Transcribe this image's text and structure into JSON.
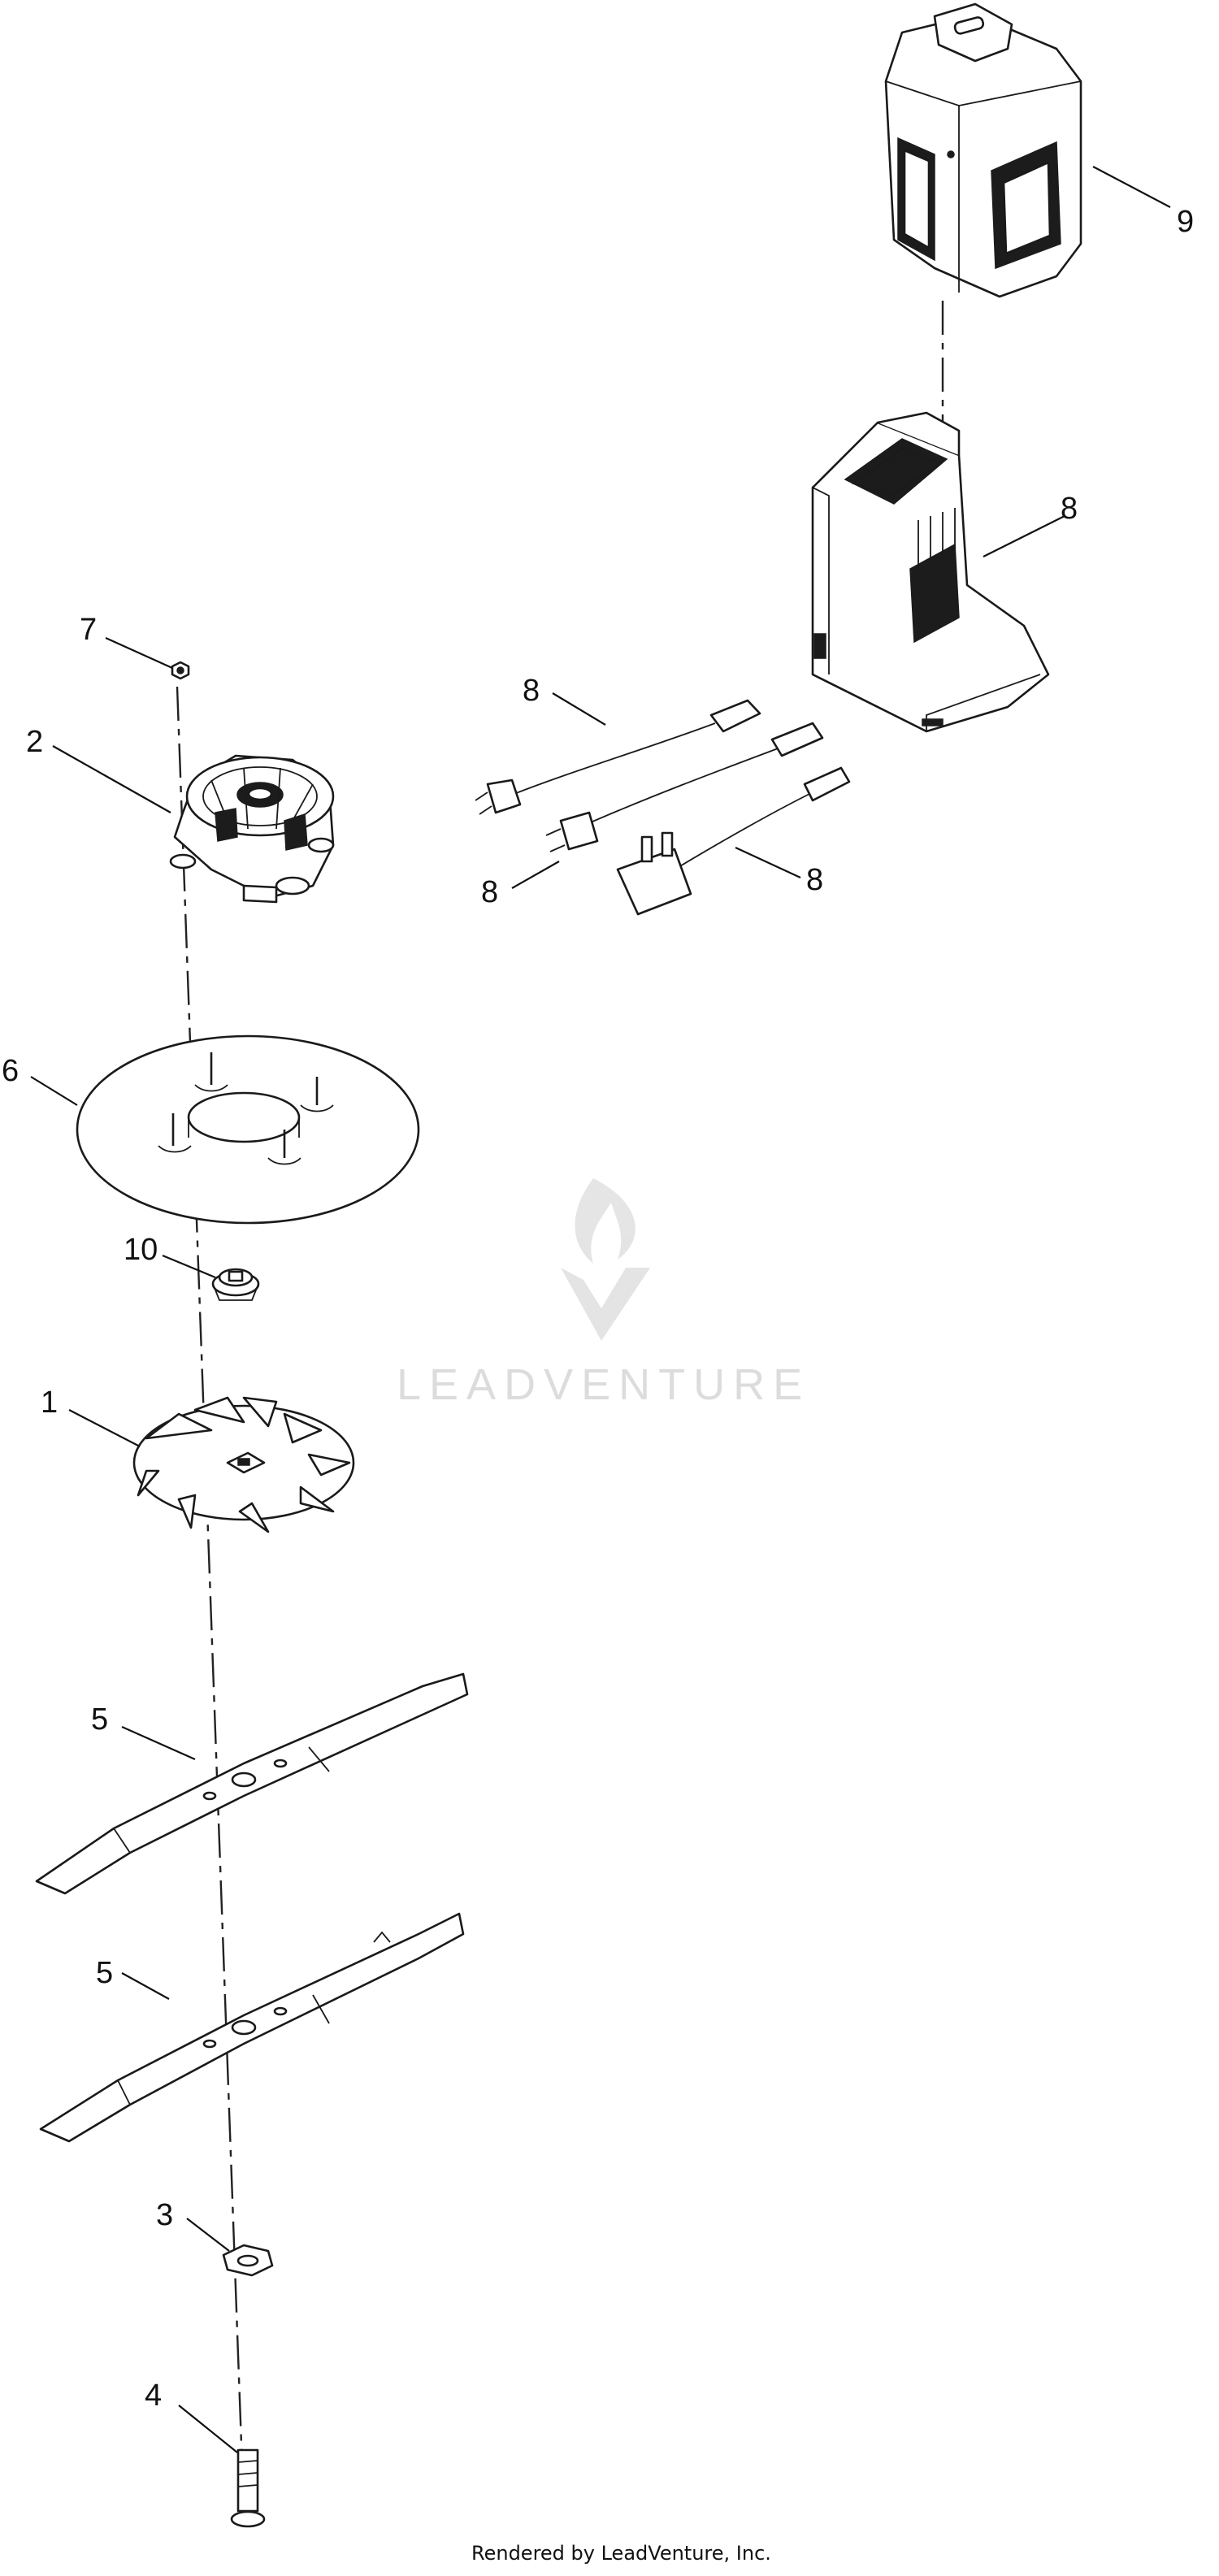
{
  "footer": "Rendered by LeadVenture, Inc.",
  "watermark": "LEADVENTURE",
  "callouts": {
    "c1": "1",
    "c2": "2",
    "c3": "3",
    "c4": "4",
    "c5a": "5",
    "c5b": "5",
    "c6": "6",
    "c7": "7",
    "c8a": "8",
    "c8b": "8",
    "c8c": "8",
    "c8d": "8",
    "c9": "9",
    "c10": "10"
  }
}
